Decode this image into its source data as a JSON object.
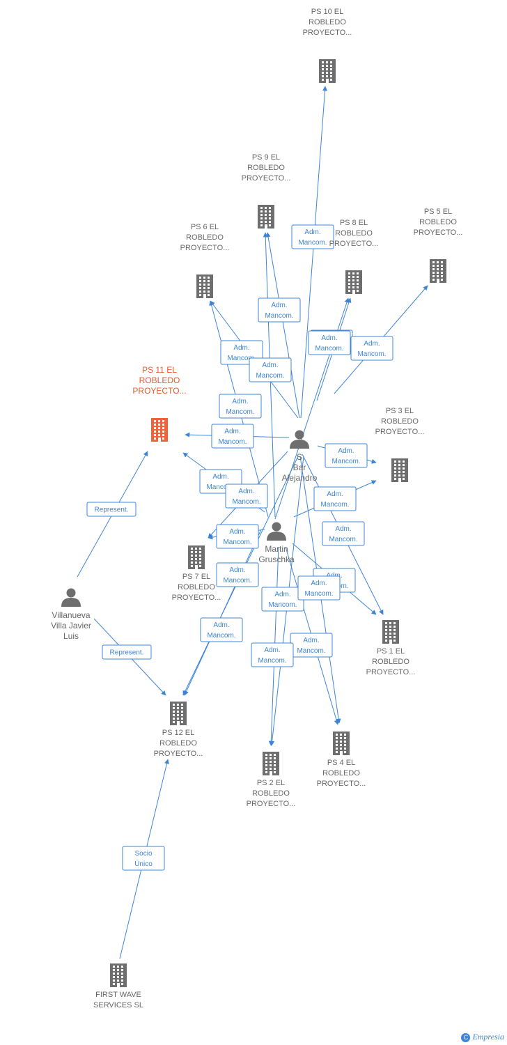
{
  "colors": {
    "edge": "#3d84d6",
    "building": "#6e6e6e",
    "highlight": "#f0643c",
    "person": "#6e6e6e"
  },
  "nodes": [
    {
      "id": "ps10",
      "type": "building",
      "lines": [
        "PS 10 EL",
        "ROBLEDO",
        "PROYECTO..."
      ]
    },
    {
      "id": "ps9",
      "type": "building",
      "lines": [
        "PS 9 EL",
        "ROBLEDO",
        "PROYECTO..."
      ]
    },
    {
      "id": "ps8",
      "type": "building",
      "lines": [
        "PS 8 EL",
        "ROBLEDO",
        "PROYECTO..."
      ]
    },
    {
      "id": "ps5",
      "type": "building",
      "lines": [
        "PS 5 EL",
        "ROBLEDO",
        "PROYECTO..."
      ]
    },
    {
      "id": "ps6",
      "type": "building",
      "lines": [
        "PS 6 EL",
        "ROBLEDO",
        "PROYECTO..."
      ]
    },
    {
      "id": "ps11",
      "type": "building",
      "highlight": true,
      "lines": [
        "PS 11 EL",
        "ROBLEDO",
        "PROYECTO..."
      ]
    },
    {
      "id": "ps3",
      "type": "building",
      "lines": [
        "PS 3 EL",
        "ROBLEDO",
        "PROYECTO..."
      ]
    },
    {
      "id": "ps7",
      "type": "building",
      "lines": [
        "PS 7 EL",
        "ROBLEDO",
        "PROYECTO..."
      ]
    },
    {
      "id": "ps1",
      "type": "building",
      "lines": [
        "PS 1 EL",
        "ROBLEDO",
        "PROYECTO..."
      ]
    },
    {
      "id": "ps12",
      "type": "building",
      "lines": [
        "PS 12 EL",
        "ROBLEDO",
        "PROYECTO..."
      ]
    },
    {
      "id": "ps4",
      "type": "building",
      "lines": [
        "PS 4 EL",
        "ROBLEDO",
        "PROYECTO..."
      ]
    },
    {
      "id": "ps2",
      "type": "building",
      "lines": [
        "PS 2 EL",
        "ROBLEDO",
        "PROYECTO..."
      ]
    },
    {
      "id": "fws",
      "type": "building",
      "lines": [
        "FIRST WAVE",
        "SERVICES SL"
      ]
    },
    {
      "id": "sanz",
      "type": "person",
      "lines": [
        "S",
        "Bar",
        "Alejandro"
      ]
    },
    {
      "id": "martin",
      "type": "person",
      "lines": [
        "Martin",
        "Gruschka"
      ]
    },
    {
      "id": "villanueva",
      "type": "person",
      "lines": [
        "Villanueva",
        "Villa Javier",
        "Luis"
      ]
    }
  ],
  "edges": [
    {
      "from": "sanz",
      "to": "ps10",
      "label": [
        "Adm.",
        "Mancom."
      ]
    },
    {
      "from": "sanz",
      "to": "ps9",
      "label": [
        "Adm.",
        "Mancom."
      ]
    },
    {
      "from": "sanz",
      "to": "ps8",
      "label": [
        "Adm.",
        "Mancom."
      ]
    },
    {
      "from": "sanz",
      "to": "ps5",
      "label": [
        "Adm.",
        "Mancom."
      ]
    },
    {
      "from": "sanz",
      "to": "ps6",
      "label": [
        "Adm.",
        "Mancom."
      ]
    },
    {
      "from": "sanz",
      "to": "ps11",
      "label": [
        "Adm.",
        "Mancom."
      ]
    },
    {
      "from": "sanz",
      "to": "ps3",
      "label": [
        "Adm.",
        "Mancom."
      ]
    },
    {
      "from": "sanz",
      "to": "ps7",
      "label": [
        "Adm.",
        "Mancom."
      ]
    },
    {
      "from": "sanz",
      "to": "ps1",
      "label": [
        "Adm.",
        "Mancom."
      ]
    },
    {
      "from": "sanz",
      "to": "ps12",
      "label": [
        "Adm.",
        "Mancom."
      ]
    },
    {
      "from": "sanz",
      "to": "ps4",
      "label": [
        "Adm.",
        "Mancom."
      ]
    },
    {
      "from": "sanz",
      "to": "ps2",
      "label": [
        "Adm.",
        "Mancom."
      ]
    },
    {
      "from": "martin",
      "to": "ps9",
      "label": [
        "Adm.",
        "Mancom."
      ]
    },
    {
      "from": "martin",
      "to": "ps8",
      "label": [
        "Adm.",
        "Mancom."
      ]
    },
    {
      "from": "martin",
      "to": "ps6",
      "label": [
        "Adm.",
        "Mancom."
      ]
    },
    {
      "from": "martin",
      "to": "ps11",
      "label": [
        "Adm.",
        "Mancom."
      ]
    },
    {
      "from": "martin",
      "to": "ps3",
      "label": [
        "Adm.",
        "Mancom."
      ]
    },
    {
      "from": "martin",
      "to": "ps7",
      "label": [
        "Adm.",
        "Mancom."
      ]
    },
    {
      "from": "martin",
      "to": "ps1",
      "label": [
        "Adm.",
        "Mancom."
      ]
    },
    {
      "from": "martin",
      "to": "ps12",
      "label": [
        "Adm.",
        "Mancom."
      ]
    },
    {
      "from": "martin",
      "to": "ps4",
      "label": [
        "Adm.",
        "Mancom."
      ]
    },
    {
      "from": "martin",
      "to": "ps2",
      "label": [
        "Adm.",
        "Mancom."
      ]
    },
    {
      "from": "villanueva",
      "to": "ps11",
      "label": [
        "Represent."
      ]
    },
    {
      "from": "villanueva",
      "to": "ps12",
      "label": [
        "Represent."
      ]
    },
    {
      "from": "fws",
      "to": "ps12",
      "label": [
        "Socio",
        "Único"
      ]
    }
  ],
  "brand": {
    "symbol": "C",
    "name": "Empresia"
  }
}
